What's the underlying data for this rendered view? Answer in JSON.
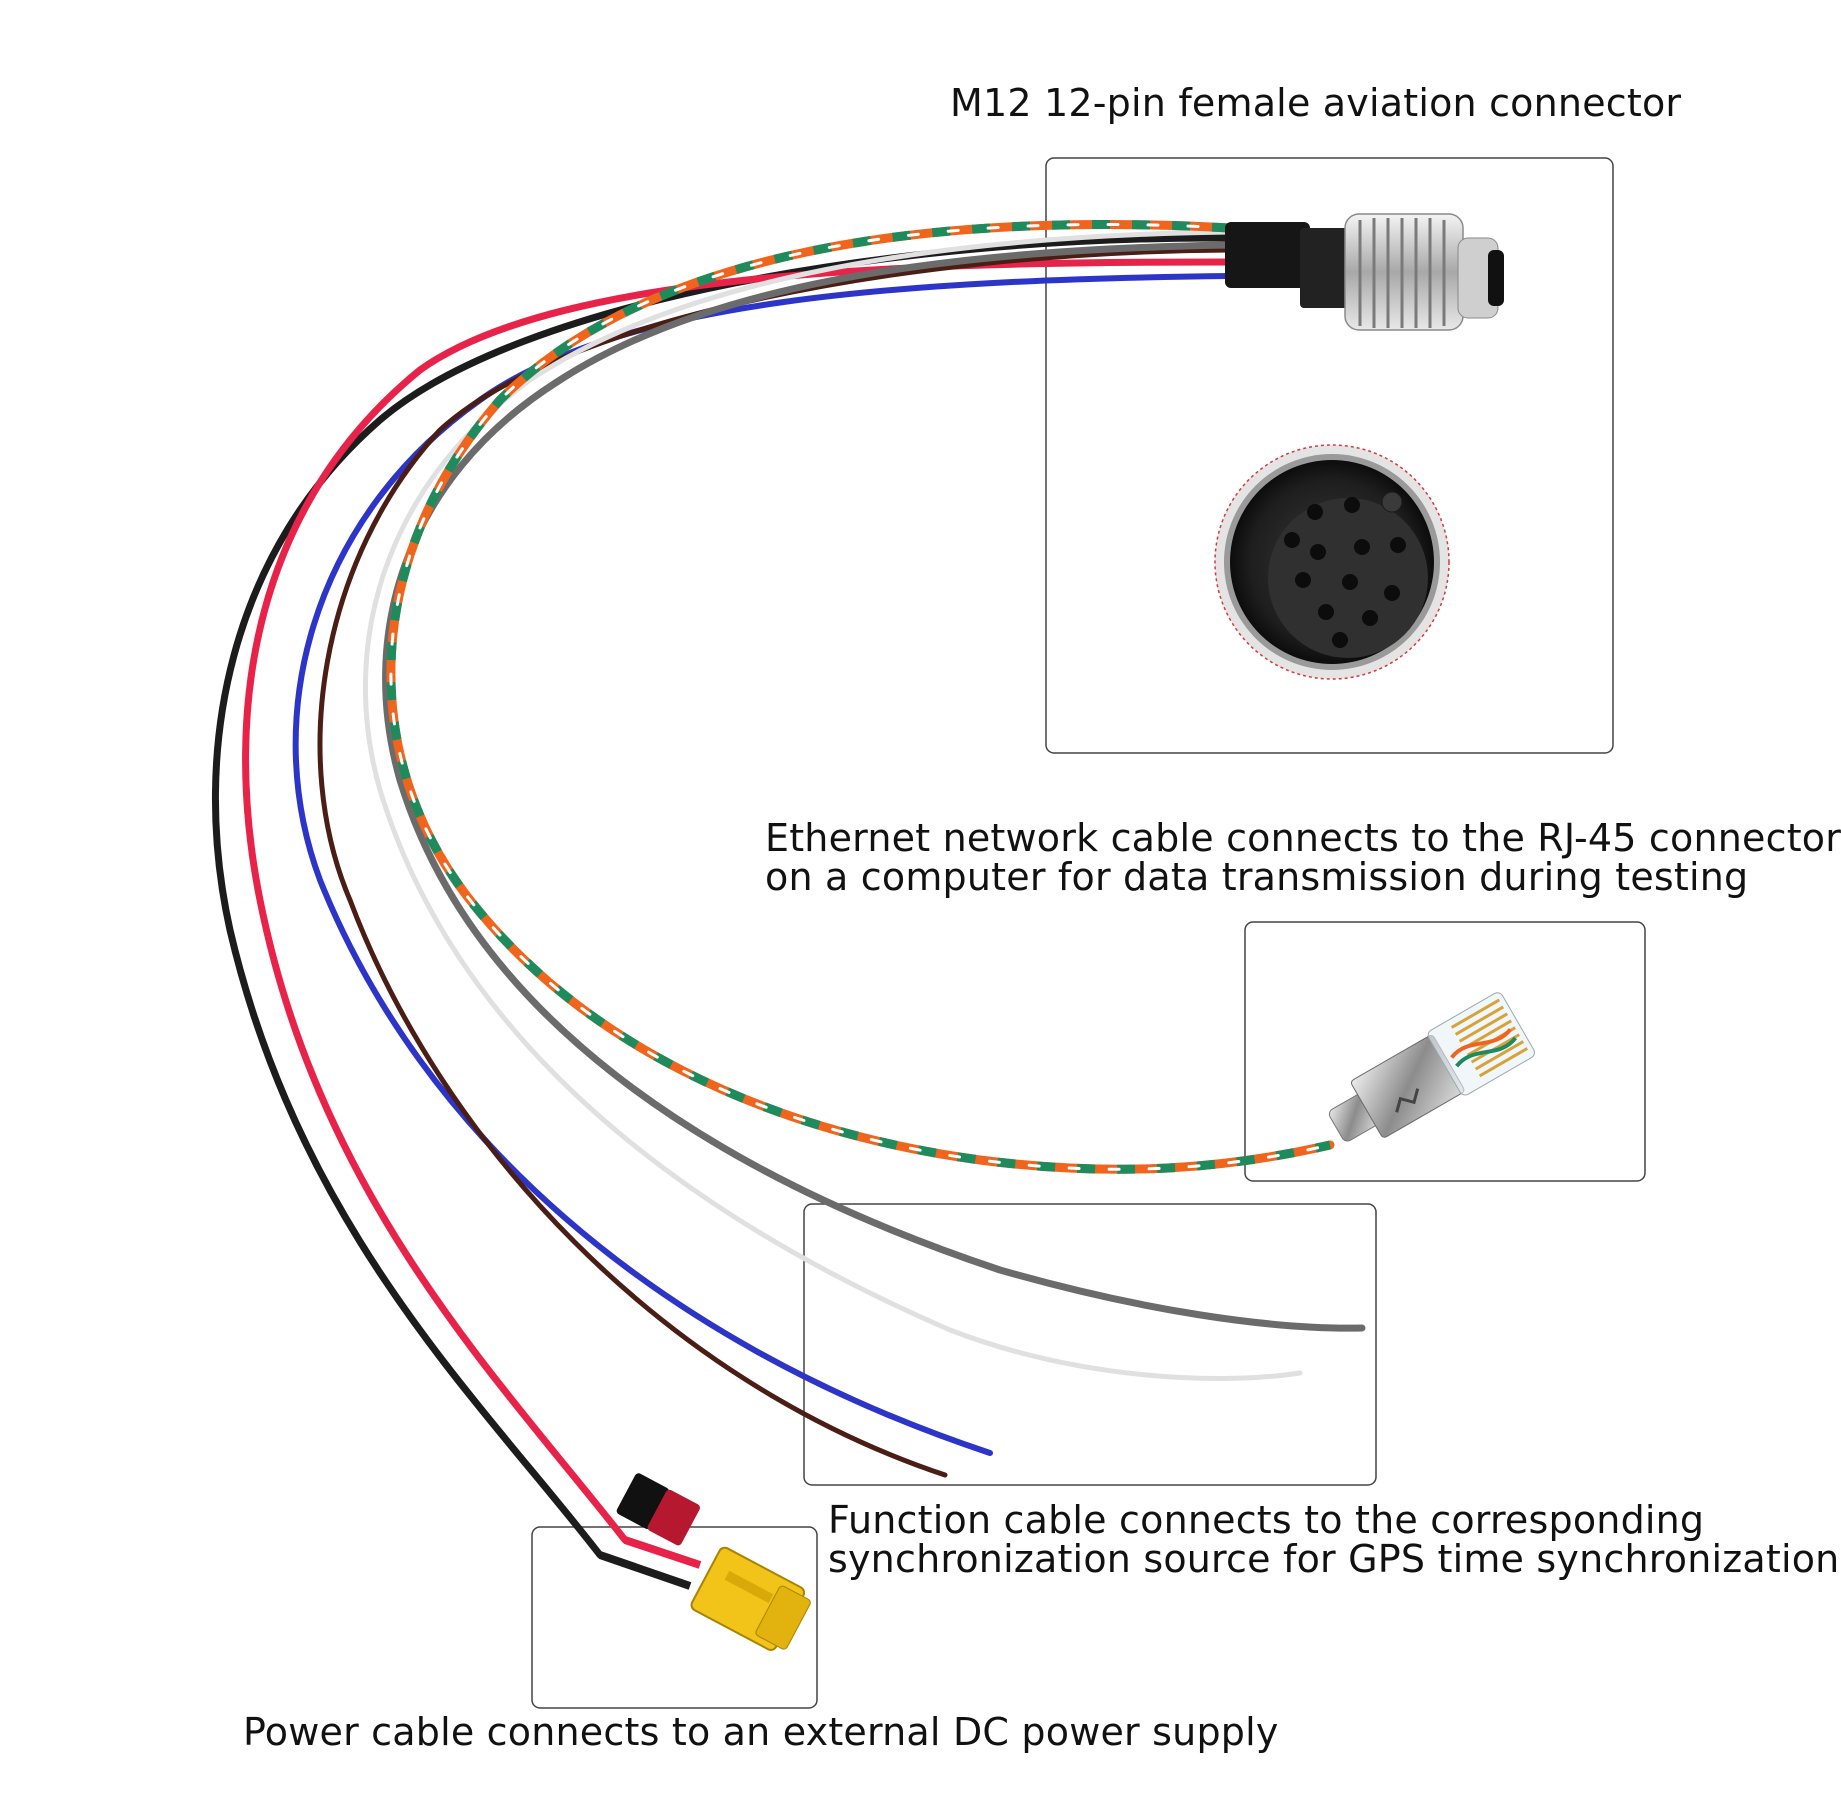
{
  "labels": {
    "m12": "M12 12-pin female aviation connector",
    "ethernet_line1": "Ethernet network cable connects to the RJ-45 connector",
    "ethernet_line2": "on a computer for data transmission during testing",
    "function_line1": "Function cable connects to the corresponding",
    "function_line2": "synchronization source for GPS time synchronization",
    "power": "Power cable connects to an external DC power supply"
  },
  "wire_colors": {
    "black": "#1c1c1c",
    "red": "#e8234a",
    "blue": "#2d35c9",
    "brown": "#4a1e14",
    "gray": "#6b6b6b",
    "white": "#e6e6e6",
    "orange": "#f0651e",
    "green": "#1f8a5c",
    "connector_yellow": "#f2c318",
    "metal": "#c9c9c9"
  }
}
